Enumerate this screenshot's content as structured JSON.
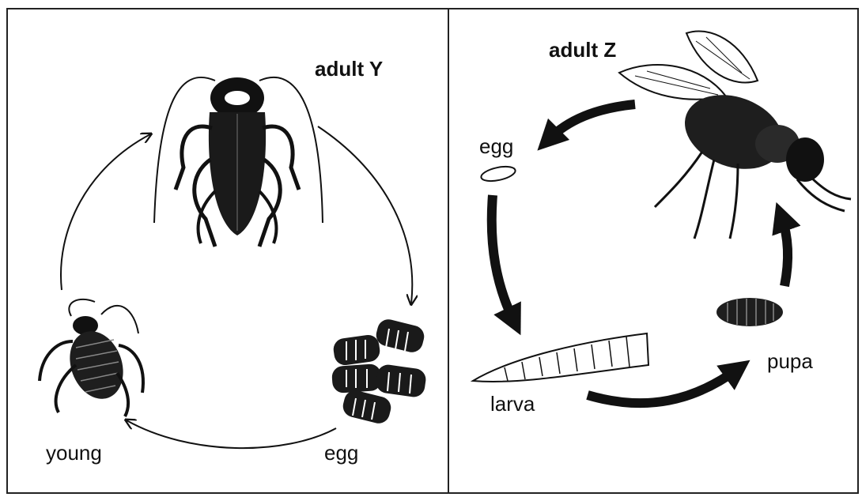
{
  "left_panel": {
    "adult_label": "adult Y",
    "egg_label": "egg",
    "young_label": "young"
  },
  "right_panel": {
    "adult_label": "adult Z",
    "egg_label": "egg",
    "larva_label": "larva",
    "pupa_label": "pupa"
  }
}
